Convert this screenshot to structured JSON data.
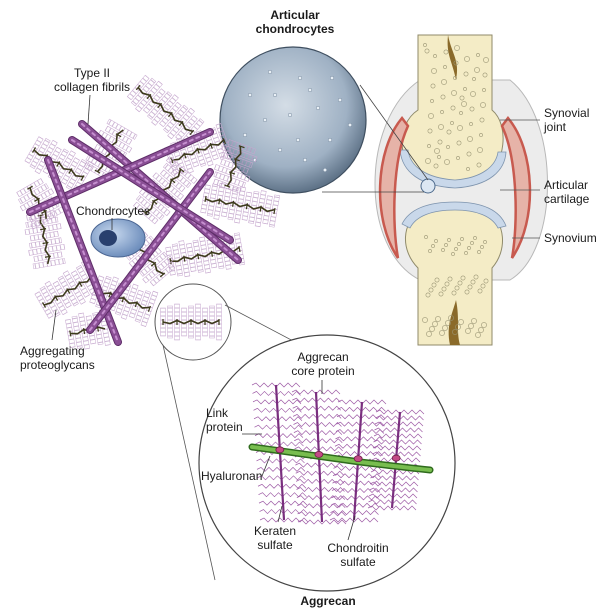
{
  "labels": {
    "articular_chondrocytes": [
      "Articular",
      "chondrocytes"
    ],
    "type2_collagen": [
      "Type II",
      "collagen fibrils"
    ],
    "chondrocytes": "Chondrocytes",
    "aggregating_proteoglycans": [
      "Aggregating",
      "proteoglycans"
    ],
    "synovial_joint": [
      "Synovial",
      "joint"
    ],
    "articular_cartilage": [
      "Articular",
      "cartilage"
    ],
    "synovium": "Synovium",
    "aggrecan_core_protein": [
      "Aggrecan",
      "core protein"
    ],
    "link_protein": [
      "Link",
      "protein"
    ],
    "hyaluronan": "Hyaluronan",
    "keratan_sulfate": [
      "Keraten",
      "sulfate"
    ],
    "chondroitin_sulfate": [
      "Chondroitin",
      "sulfate"
    ],
    "aggrecan": "Aggrecan"
  },
  "colors": {
    "collagen": "#8a4f95",
    "collagen_light": "#c58fcf",
    "proteoglycan": "#c7a8cf",
    "core": "#3d3a1c",
    "hyaluronan": "#5a9b3c",
    "bone": "#f4ecc6",
    "cartilage": "#c9d8ea",
    "synovium": "#c85a4f",
    "micro": "#8da1b6"
  }
}
